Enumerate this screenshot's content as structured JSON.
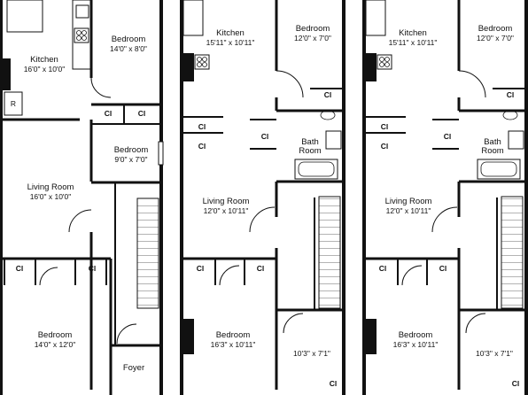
{
  "floorplan": {
    "units": [
      {
        "rooms": [
          {
            "name": "Kitchen",
            "dims": "16'0\" x 10'0\""
          },
          {
            "name": "Bedroom",
            "dims": "14'0\" x 8'0\""
          },
          {
            "name": "Bedroom",
            "dims": "9'0\" x 7'0\""
          },
          {
            "name": "Living Room",
            "dims": "16'0\" x 10'0\""
          },
          {
            "name": "Bedroom",
            "dims": "14'0\" x 12'0\""
          },
          {
            "name": "Foyer",
            "dims": ""
          }
        ],
        "fixture_label": "R",
        "closet_label": "Cl"
      },
      {
        "rooms": [
          {
            "name": "Kitchen",
            "dims": "15'11\" x 10'11\""
          },
          {
            "name": "Bedroom",
            "dims": "12'0\" x 7'0\""
          },
          {
            "name": "Bath Room",
            "line1": "Bath",
            "line2": "Room"
          },
          {
            "name": "Living Room",
            "dims": "12'0\" x 10'11\""
          },
          {
            "name": "Bedroom",
            "dims": "16'3\" x 10'11\""
          },
          {
            "name": "",
            "dims": "10'3\" x 7'1\""
          }
        ],
        "closet_label": "Cl"
      },
      {
        "rooms": [
          {
            "name": "Kitchen",
            "dims": "15'11\" x 10'11\""
          },
          {
            "name": "Bedroom",
            "dims": "12'0\" x 7'0\""
          },
          {
            "name": "Bath Room",
            "line1": "Bath",
            "line2": "Room"
          },
          {
            "name": "Living Room",
            "dims": "12'0\" x 10'11\""
          },
          {
            "name": "Bedroom",
            "dims": "16'3\" x 10'11\""
          },
          {
            "name": "",
            "dims": "10'3\" x 7'1\""
          }
        ],
        "closet_label": "Cl"
      }
    ]
  }
}
